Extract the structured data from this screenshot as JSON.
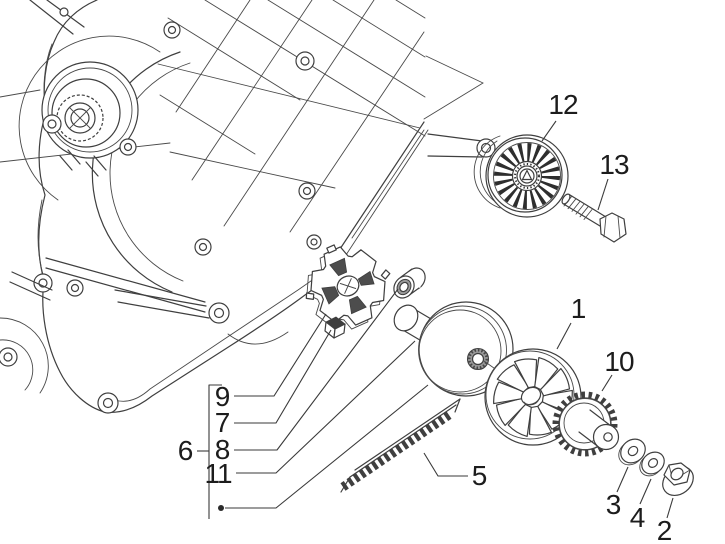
{
  "diagram": {
    "kind": "exploded-parts-diagram",
    "colors": {
      "background": "#ffffff",
      "line": "#3f3f3f",
      "shading": "#4d4d4d"
    },
    "callouts": {
      "1": "1",
      "2": "2",
      "3": "3",
      "4": "4",
      "5": "5",
      "6": "6",
      "7": "7",
      "8": "8",
      "9": "9",
      "10": "10",
      "11": "11",
      "12": "12",
      "13": "13"
    }
  }
}
